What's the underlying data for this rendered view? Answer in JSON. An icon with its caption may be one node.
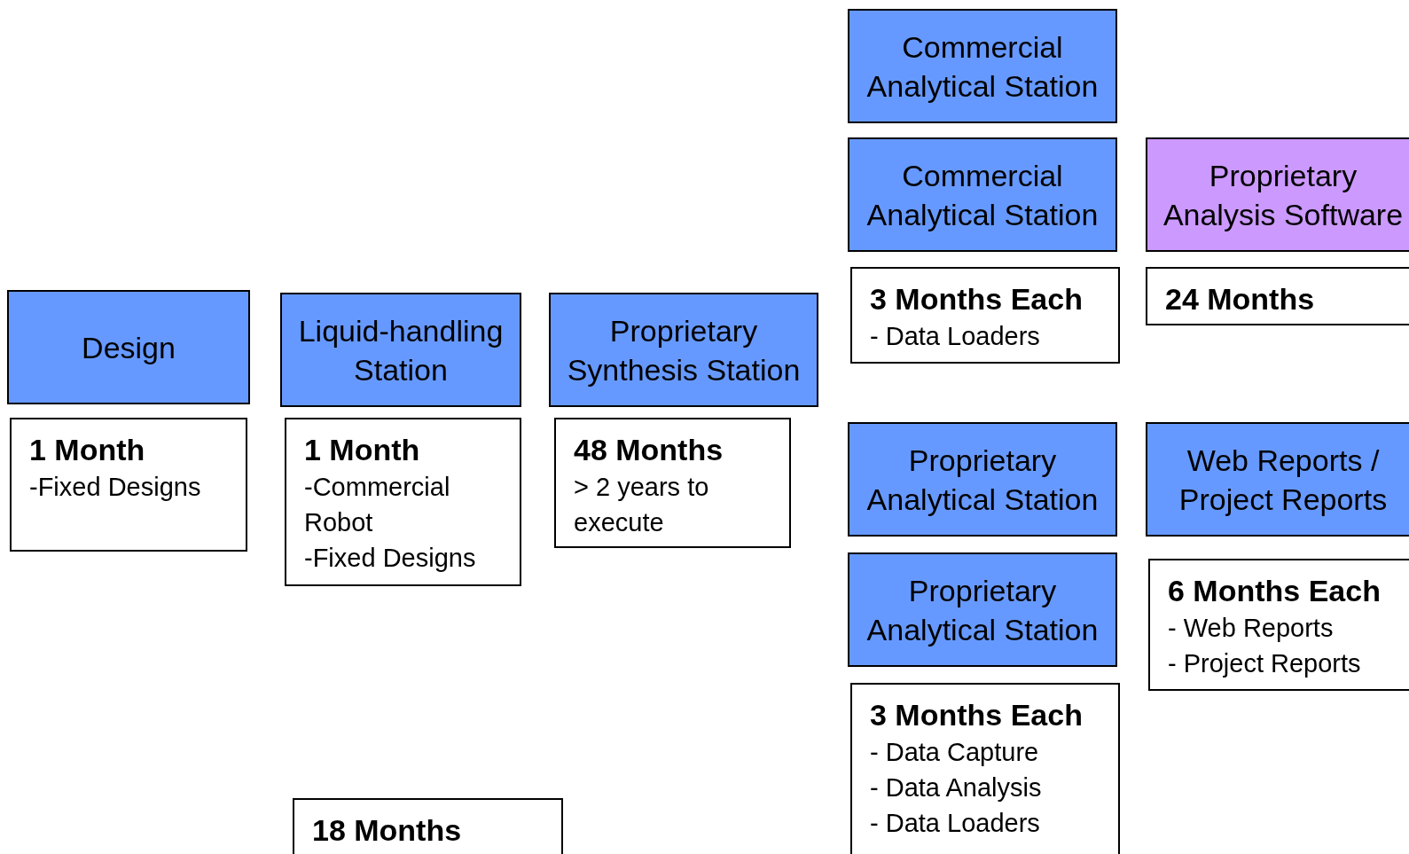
{
  "diagram": {
    "nodes": [
      {
        "text": [
          "Commercial Analytical Station"
        ]
      },
      {
        "text": [
          "Commercial Analytical Station"
        ]
      },
      {
        "text": [
          "Proprietary Analysis Software"
        ]
      },
      {
        "text": [
          "3 Months Each",
          "- Data Loaders"
        ]
      },
      {
        "text": [
          "24 Months"
        ]
      },
      {
        "text": [
          "Design"
        ]
      },
      {
        "text": [
          "Liquid-handling Station"
        ]
      },
      {
        "text": [
          "Proprietary Synthesis Station"
        ]
      },
      {
        "text": [
          "1 Month",
          "-Fixed Designs"
        ]
      },
      {
        "text": [
          "1 Month",
          "-Commercial Robot",
          "-Fixed Designs"
        ]
      },
      {
        "text": [
          "48 Months",
          "> 2 years to execute"
        ]
      },
      {
        "text": [
          "Proprietary Analytical Station"
        ]
      },
      {
        "text": [
          "Web Reports / Project Reports"
        ]
      },
      {
        "text": [
          "Proprietary Analytical Station"
        ]
      },
      {
        "text": [
          "6 Months Each",
          "- Web Reports",
          "- Project Reports"
        ]
      },
      {
        "text": [
          "3 Months Each",
          "- Data Capture",
          "- Data Analysis",
          "- Data Loaders"
        ]
      },
      {
        "text": [
          "18 Months"
        ]
      }
    ]
  }
}
